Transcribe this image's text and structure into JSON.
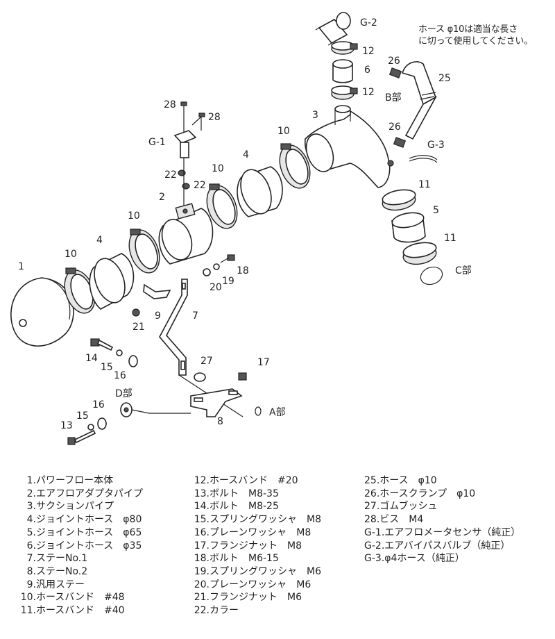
{
  "note": {
    "line1": "ホース φ10は適当な長さ",
    "line2": "に切って使用してください。"
  },
  "callouts": {
    "n1": "1",
    "n2": "2",
    "n3": "3",
    "n4a": "4",
    "n4b": "4",
    "n5": "5",
    "n6": "6",
    "n7": "7",
    "n8": "8",
    "n9": "9",
    "n10a": "10",
    "n10b": "10",
    "n10c": "10",
    "n10d": "10",
    "n11a": "11",
    "n11b": "11",
    "n12a": "12",
    "n12b": "12",
    "n13": "13",
    "n14": "14",
    "n15a": "15",
    "n15b": "15",
    "n16a": "16",
    "n16b": "16",
    "n17": "17",
    "n18": "18",
    "n19": "19",
    "n20": "20",
    "n21": "21",
    "n22a": "22",
    "n22b": "22",
    "n25": "25",
    "n26a": "26",
    "n26b": "26",
    "n27": "27",
    "n28a": "28",
    "n28b": "28",
    "g1": "G-1",
    "g2": "G-2",
    "g3": "G-3",
    "apart": "A部",
    "bpart": "B部",
    "cpart": "C部",
    "dpart": "D部"
  },
  "legend": {
    "col1": [
      {
        "no": "1",
        "name": "パワーフロー本体"
      },
      {
        "no": "2",
        "name": "エアフロアダプタパイプ"
      },
      {
        "no": "3",
        "name": "サクションパイプ"
      },
      {
        "no": "4",
        "name": "ジョイントホース　φ80"
      },
      {
        "no": "5",
        "name": "ジョイントホース　φ65"
      },
      {
        "no": "6",
        "name": "ジョイントホース　φ35"
      },
      {
        "no": "7",
        "name": "ステーNo.1"
      },
      {
        "no": "8",
        "name": "ステーNo.2"
      },
      {
        "no": "9",
        "name": "汎用ステー"
      },
      {
        "no": "10",
        "name": "ホースバンド　#48"
      },
      {
        "no": "11",
        "name": "ホースバンド　#40"
      }
    ],
    "col2": [
      {
        "no": "12",
        "name": "ホースバンド　#20"
      },
      {
        "no": "13",
        "name": "ボルト　M8-35"
      },
      {
        "no": "14",
        "name": "ボルト　M8-25"
      },
      {
        "no": "15",
        "name": "スプリングワッシャ　M8"
      },
      {
        "no": "16",
        "name": "プレーンワッシャ　M8"
      },
      {
        "no": "17",
        "name": "フランジナット　M8"
      },
      {
        "no": "18",
        "name": "ボルト　M6-15"
      },
      {
        "no": "19",
        "name": "スプリングワッシャ　M6"
      },
      {
        "no": "20",
        "name": "プレーンワッシャ　M6"
      },
      {
        "no": "21",
        "name": "フランジナット　M6"
      },
      {
        "no": "22",
        "name": "カラー"
      }
    ],
    "col3": [
      {
        "no": "25",
        "name": "ホース　φ10"
      },
      {
        "no": "26",
        "name": "ホースクランプ　φ10"
      },
      {
        "no": "27",
        "name": "ゴムブッシュ"
      },
      {
        "no": "28",
        "name": "ビス　M4"
      },
      {
        "no": "G-1",
        "name": "エアフロメータセンサ（純正）"
      },
      {
        "no": "G-2",
        "name": "エアバイパスバルブ（純正）"
      },
      {
        "no": "G-3",
        "name": "φ4ホース（純正）"
      }
    ]
  }
}
